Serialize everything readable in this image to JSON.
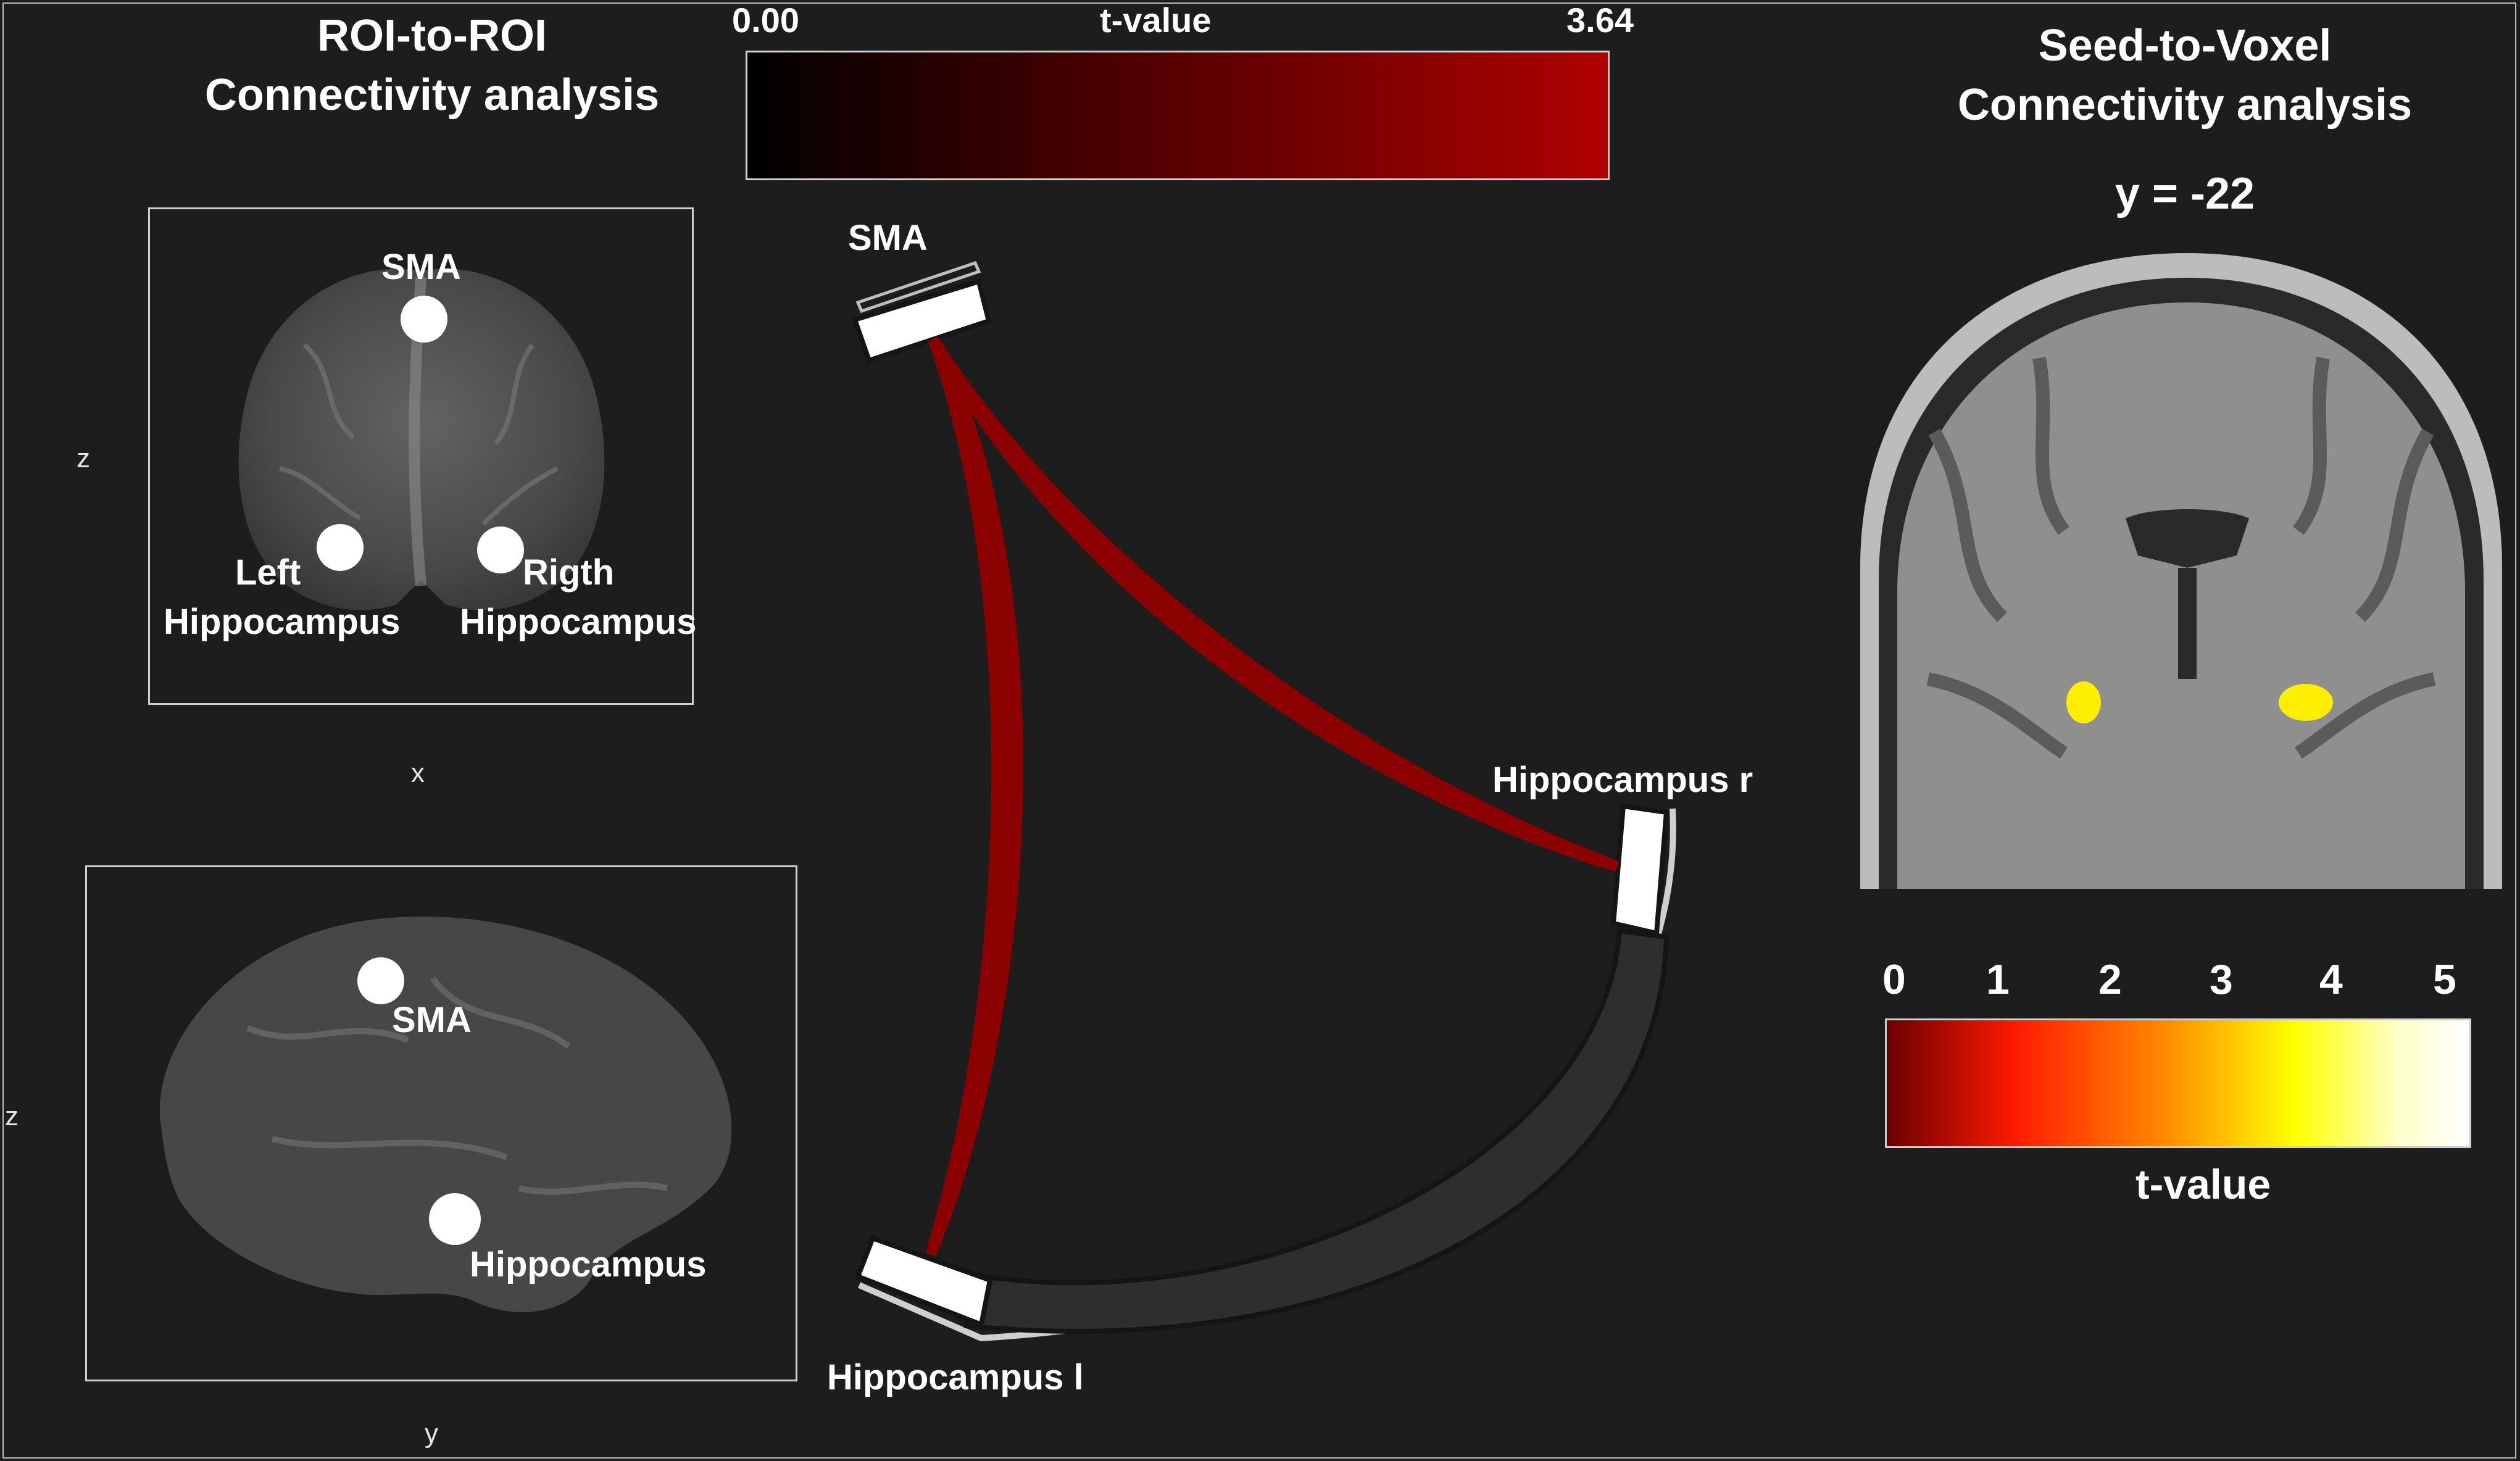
{
  "left_panel": {
    "title_line1": "ROI-to-ROI",
    "title_line2": "Connectivity analysis",
    "coronal_view": {
      "axis_vertical": "z",
      "axis_horizontal": "x",
      "labels": {
        "sma": "SMA",
        "left_line1": "Left",
        "left_line2": "Hippocampus",
        "right_line1": "Rigth",
        "right_line2": "Hippocampus"
      }
    },
    "sagittal_view": {
      "axis_vertical": "z",
      "axis_horizontal": "y",
      "labels": {
        "sma": "SMA",
        "hippocampus": "Hippocampus"
      }
    }
  },
  "colorbar_roi": {
    "min_label": "0.00",
    "title": "t-value",
    "max_label": "3.64",
    "color_low": "#000000",
    "color_high": "#b00000"
  },
  "connectome": {
    "nodes": {
      "sma": "SMA",
      "hippocampus_r": "Hippocampus r",
      "hippocampus_l": "Hippocampus l"
    },
    "edge_color": "#8b0000",
    "node_fill": "#ffffff",
    "arc_fill": "#2e2e2e"
  },
  "right_panel": {
    "title_line1": "Seed-to-Voxel",
    "title_line2": "Connectivity analysis",
    "slice_label": "y = -22",
    "colorbar": {
      "ticks": [
        "0",
        "1",
        "2",
        "3",
        "4",
        "5"
      ],
      "title": "t-value",
      "colors": [
        "#6a0000",
        "#ff1a00",
        "#ff8c00",
        "#ffff00",
        "#ffffff"
      ]
    }
  }
}
